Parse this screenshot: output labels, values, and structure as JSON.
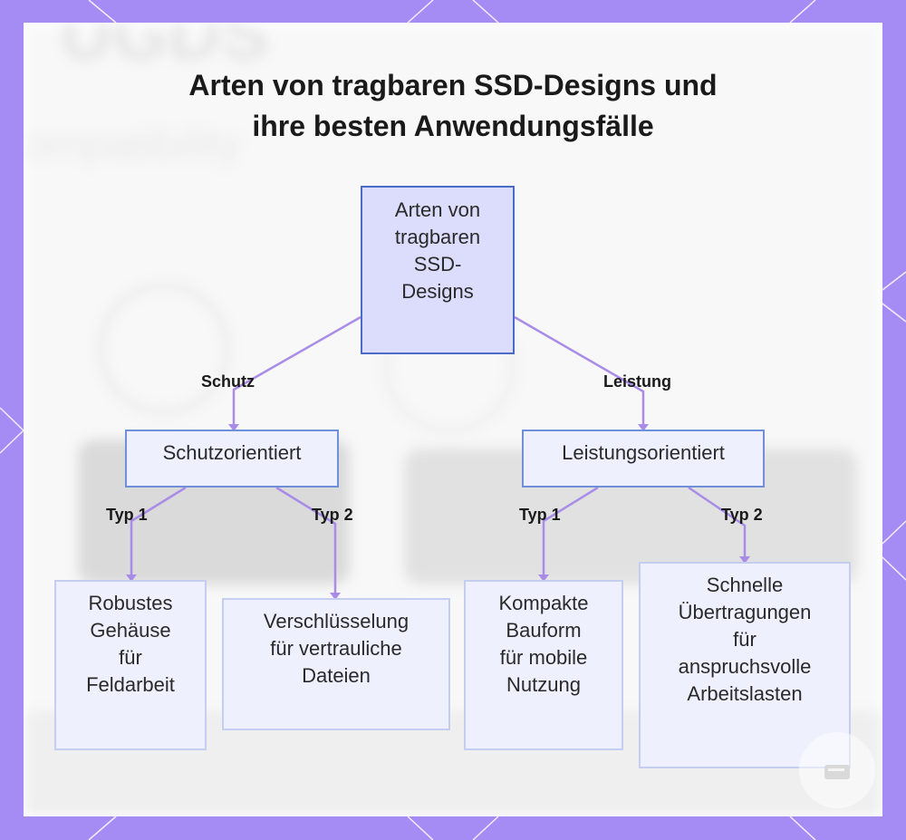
{
  "title": {
    "line1": "Arten von tragbaren SSD-Designs und",
    "line2": "ihre besten Anwendungsfälle"
  },
  "root": {
    "lines": [
      "Arten von",
      "tragbaren",
      "SSD-",
      "Designs"
    ]
  },
  "branches": {
    "left": {
      "edge_label": "Schutz",
      "node": "Schutzorientiert",
      "type1_label": "Typ 1",
      "type2_label": "Typ 2",
      "leaf1": [
        "Robustes",
        "Gehäuse",
        "für",
        "Feldarbeit"
      ],
      "leaf2": [
        "Verschlüsselung",
        "für vertrauliche",
        "Dateien"
      ]
    },
    "right": {
      "edge_label": "Leistung",
      "node": "Leistungsorientiert",
      "type1_label": "Typ 1",
      "type2_label": "Typ 2",
      "leaf1": [
        "Kompakte",
        "Bauform",
        "für mobile",
        "Nutzung"
      ],
      "leaf2": [
        "Schnelle",
        "Übertragungen",
        "für",
        "anspruchsvolle",
        "Arbeitslasten"
      ]
    }
  },
  "colors": {
    "frame": "#a58cf5",
    "connector": "#a98ce8",
    "root_fill": "#dcdcfd",
    "node_fill": "#eef1fd"
  }
}
